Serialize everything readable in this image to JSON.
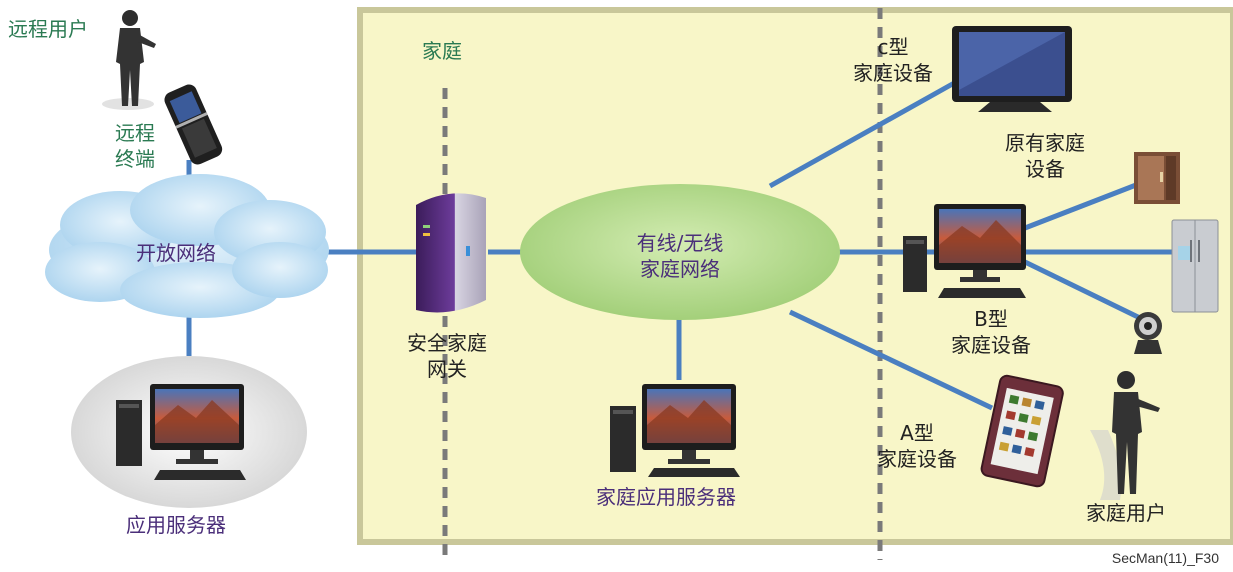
{
  "labels": {
    "remote_user": "远程用户",
    "remote_terminal_line1": "远程",
    "remote_terminal_line2": "终端",
    "open_network": "开放网络",
    "app_server": "应用服务器",
    "home": "家庭",
    "security_gateway_line1": "安全家庭",
    "security_gateway_line2": "网关",
    "home_network_line1": "有线/无线",
    "home_network_line2": "家庭网络",
    "home_app_server": "家庭应用服务器",
    "type_c_line1": "c型",
    "type_c_line2": "家庭设备",
    "legacy_line1": "原有家庭",
    "legacy_line2": "设备",
    "type_b_line1": "B型",
    "type_b_line2": "家庭设备",
    "type_a_line1": "A型",
    "type_a_line2": "家庭设备",
    "home_user": "家庭用户"
  },
  "caption": "SecMan(11)_F30",
  "colors": {
    "home_zone": "#f8f6c8",
    "home_zone_border": "#c9c79a",
    "link": "#4a7fc1",
    "cloud": "#c7e3f4",
    "home_network": "#b9dc8f",
    "label_green": "#2a7a52",
    "label_purple": "#4b2f7a"
  }
}
